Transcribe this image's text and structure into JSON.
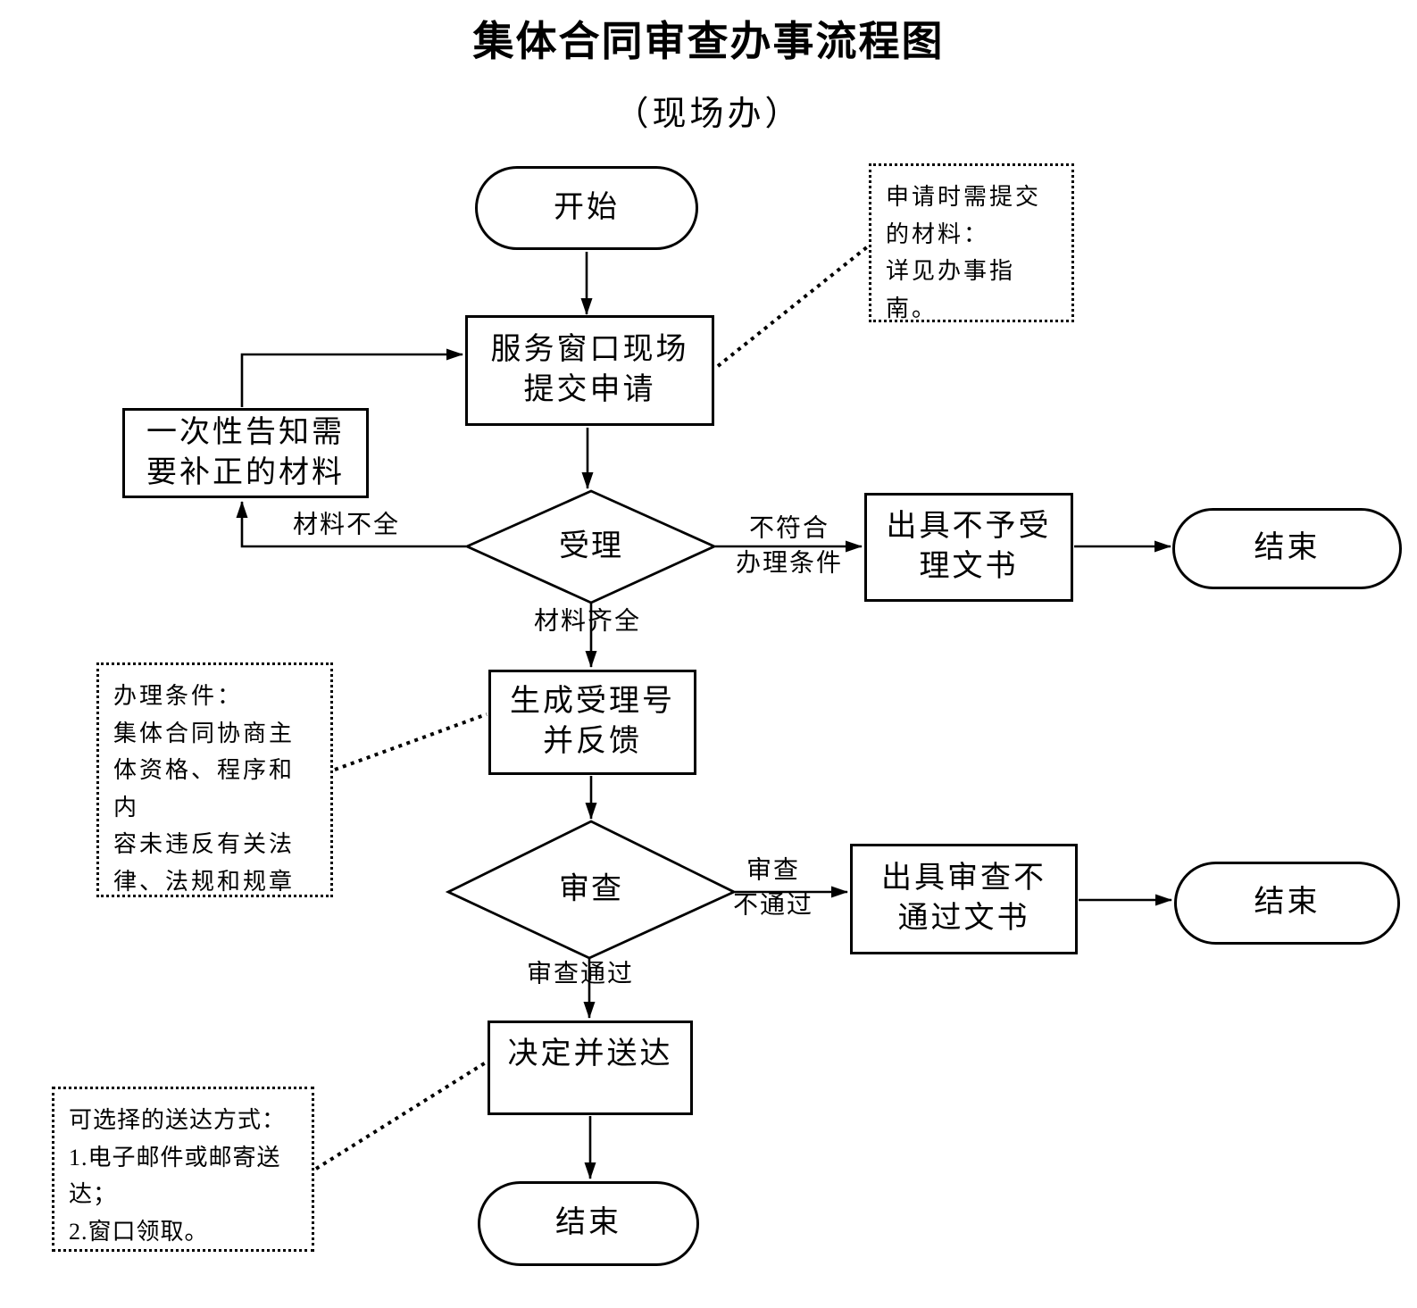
{
  "title": "集体合同审查办事流程图",
  "subtitle": "（现场办）",
  "nodes": {
    "start": "开始",
    "submit": "服务窗口现场\n提交申请",
    "supplement": "一次性告知需\n要补正的材料",
    "accept_decision": "受理",
    "reject_doc": "出具不予受\n理文书",
    "end_reject": "结束",
    "feedback": "生成受理号\n并反馈",
    "review_decision": "审查",
    "review_reject_doc": "出具审查不\n通过文书",
    "end_review": "结束",
    "decide_deliver": "决定并送达",
    "end_final": "结束"
  },
  "edge_labels": {
    "materials_incomplete": "材料不全",
    "materials_complete": "材料齐全",
    "not_meet_conditions": "不符合\n办理条件",
    "review_fail": "审查\n不通过",
    "review_pass": "审查通过"
  },
  "notes": {
    "required_materials": "申请时需提交\n的材料：\n详见办事指南。",
    "handling_conditions": "办理条件：\n集体合同协商主\n体资格、程序和内\n容未违反有关法\n律、法规和规章",
    "delivery_options": "可选择的送达方式：\n1.电子邮件或邮寄送\n达；\n2.窗口领取。"
  },
  "colors": {
    "stroke": "#000000",
    "background": "#ffffff"
  }
}
